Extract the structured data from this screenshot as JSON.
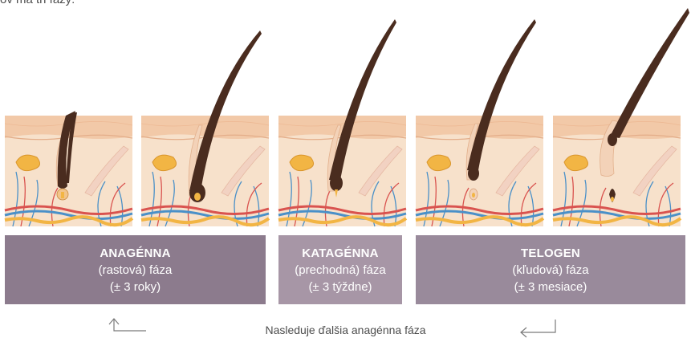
{
  "intro_text": "ov má tri fázy:",
  "phases": [
    {
      "title": "ANAGÉNNA",
      "subtitle": "(rastová) fáza",
      "duration": "(± 3 roky)",
      "color": "#8c7b8d"
    },
    {
      "title": "KATAGÉNNA",
      "subtitle": "(prechodná) fáza",
      "duration": "(± 3 týždne)",
      "color": "#a796a6"
    },
    {
      "title": "TELOGEN",
      "subtitle": "(kľudová) fáza",
      "duration": "(± 3 mesiace)",
      "color": "#998a9b"
    }
  ],
  "footer_text": "Nasleduje ďalšia anagénna fáza",
  "colors": {
    "skin_top": "#f2c9a8",
    "skin_dermis": "#f7e1cb",
    "hair": "#4a2c1f",
    "artery": "#d9534f",
    "vein": "#4a90c8",
    "gland": "#f2b544",
    "arrow": "#7a7a7a"
  }
}
